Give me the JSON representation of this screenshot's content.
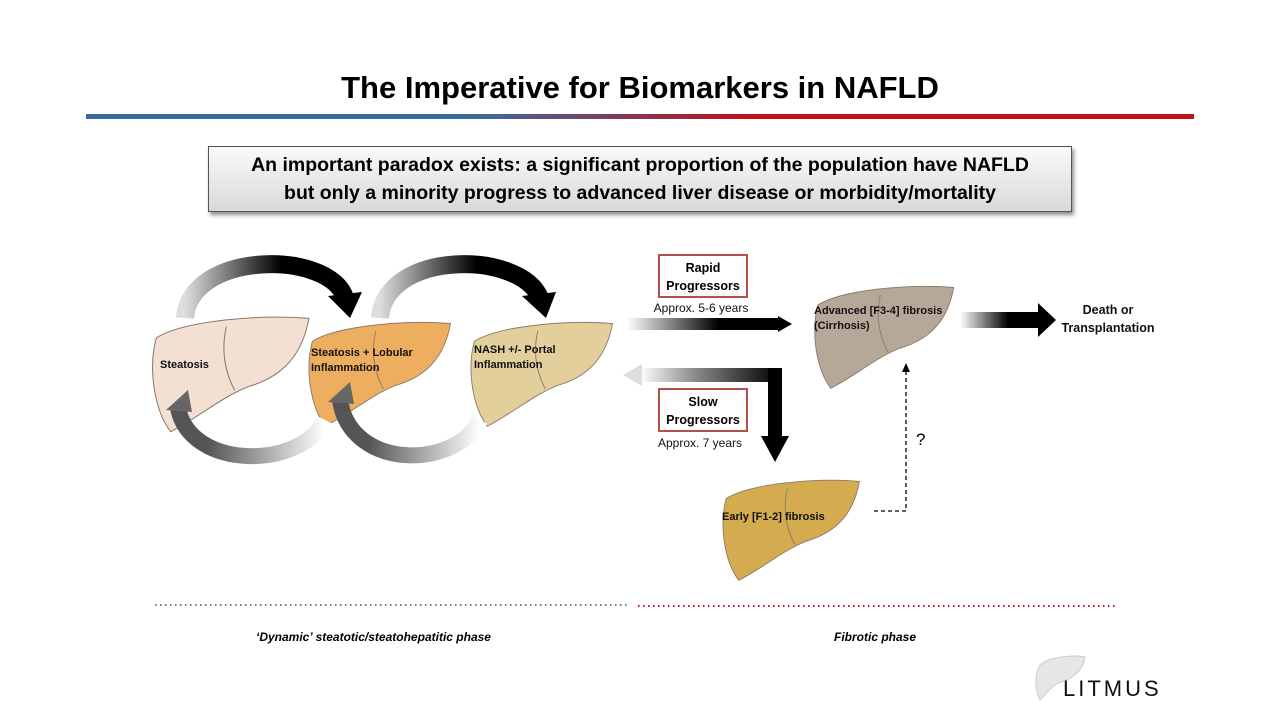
{
  "title": "The Imperative for Biomarkers in NAFLD",
  "callout": {
    "line1": "An important paradox exists: a significant proportion of the population have NAFLD",
    "line2": "but only a minority progress to advanced liver disease or morbidity/mortality"
  },
  "stages": {
    "steatosis": "Steatosis",
    "lobular_1": "Steatosis + Lobular",
    "lobular_2": "Inflammation",
    "nash_1": "NASH +/- Portal",
    "nash_2": "Inflammation",
    "advanced_1": "Advanced [F3-4] fibrosis",
    "advanced_2": "(Cirrhosis)",
    "early": "Early [F1-2] fibrosis"
  },
  "rapid": {
    "line1": "Rapid",
    "line2": "Progressors",
    "time": "Approx. 5-6 years"
  },
  "slow": {
    "line1": "Slow",
    "line2": "Progressors",
    "time": "Approx. 7 years"
  },
  "outcome": {
    "line1": "Death or",
    "line2": "Transplantation"
  },
  "question": "?",
  "phases": {
    "dynamic": "‘Dynamic’ steatotic/steatohepatitic phase",
    "fibrotic": "Fibrotic phase"
  },
  "logo": "LITMUS",
  "colors": {
    "steatosis": "#f3e0d2",
    "lobular": "#eeae5f",
    "nash": "#e3cf9c",
    "advanced": "#b6a898",
    "early": "#d4ab4f",
    "accent_red": "#c0101a",
    "accent_blue": "#3b6aa0"
  }
}
